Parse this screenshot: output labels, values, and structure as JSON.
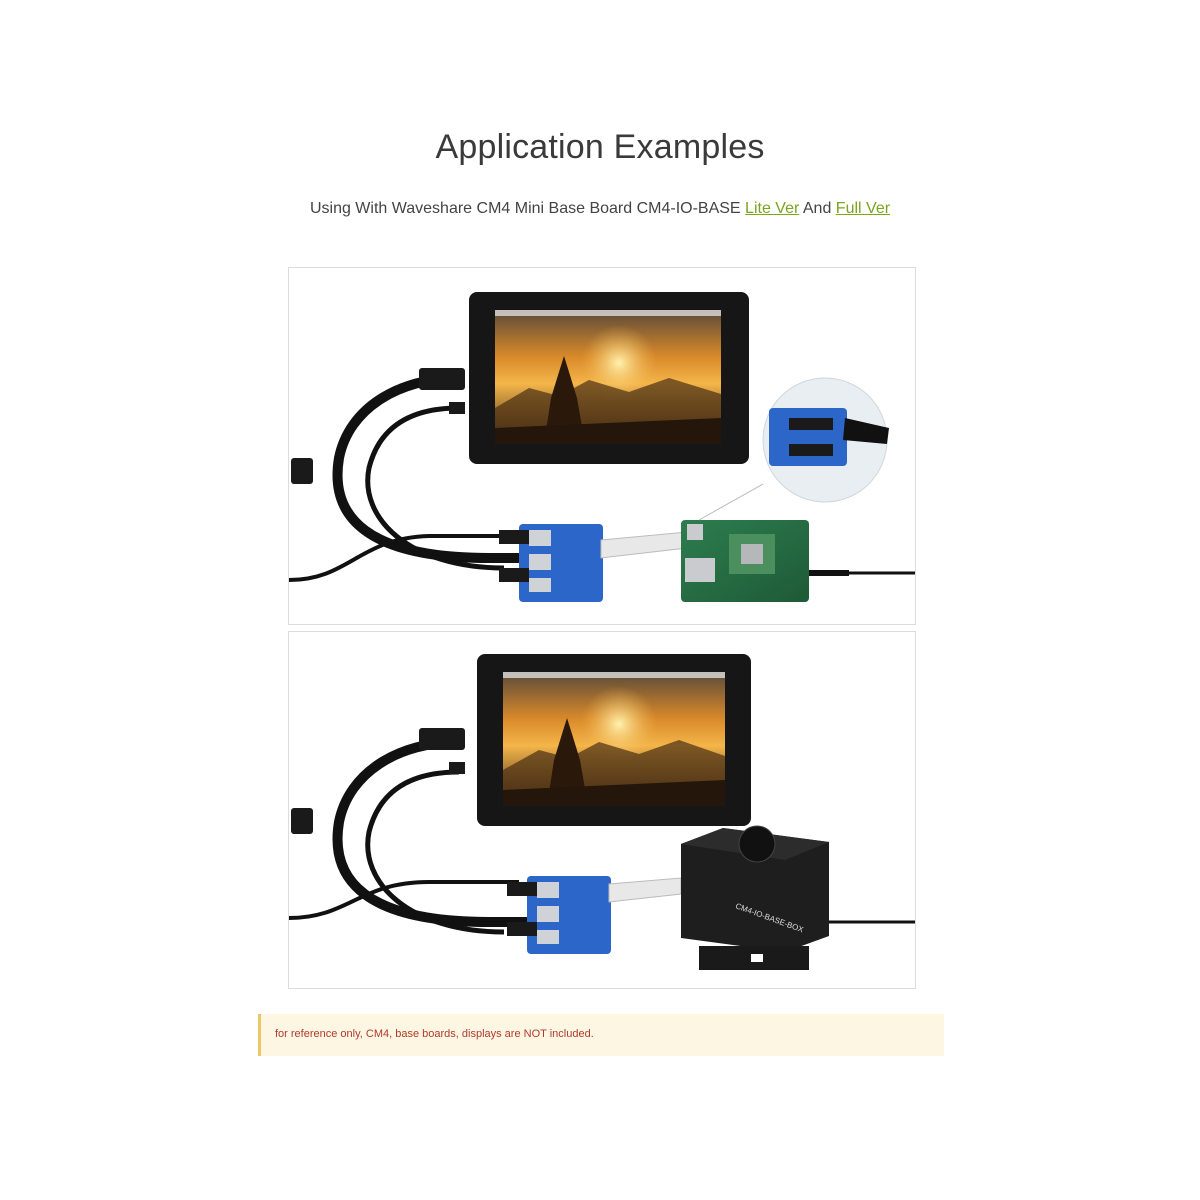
{
  "page": {
    "title": "Application Examples",
    "subtitle_prefix": "Using With Waveshare CM4 Mini Base Board CM4-IO-BASE ",
    "link_lite": "Lite Ver",
    "subtitle_middle": " And ",
    "link_full": "Full Ver",
    "box_label": "CM4-IO-BASE-BOX",
    "note": "for reference only, CM4, base boards, displays are NOT included."
  },
  "colors": {
    "link_green": "#7aa51c",
    "note_text": "#b03a2e",
    "note_bg": "#fcf6e3",
    "note_border": "#e8c86a"
  }
}
